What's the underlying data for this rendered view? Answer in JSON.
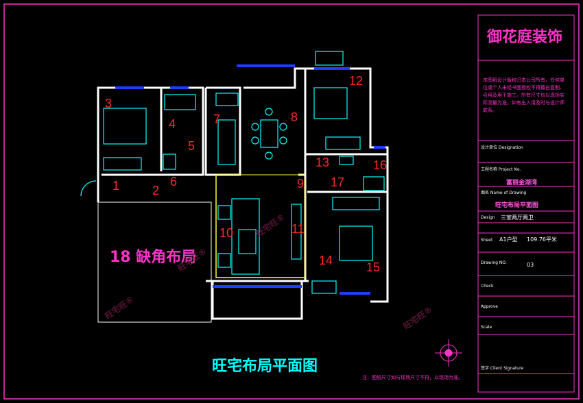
{
  "brand": "御花庭装饰",
  "note_text": "本图纸设计版权归本公司所有，任何单位或个人未经书面授权不得擅自复制、引用及用于施工。所有尺寸均以现场实际测量为准，如有出入请及时与设计师联系。",
  "title_block": {
    "design_unit_label": "设计单位 Designation",
    "project_label": "工程名称 Project No.",
    "project_value": "富丽金湖湾",
    "drawing_name_label": "图名 Name of Drawing",
    "drawing_name_value": "旺宅布局平面图",
    "design_label": "Design",
    "design_value": "三室两厅两卫",
    "sheet_label": "Sheet",
    "sheet_value": "A1户型",
    "area_value": "109.76平米",
    "drawing_no_label": "Drawing NO.",
    "drawing_no_value": "03",
    "check_label": "Check",
    "approve_label": "Approve",
    "scale_label": "Scale",
    "signature_label": "签字 Client Signature"
  },
  "plan_title": "旺宅布局平面图",
  "footnote": "注：图纸尺寸如与现场尺寸不符，以现场为准。",
  "missing_corner": "18 缺角布局",
  "watermark": "旺宅旺®",
  "rooms": [
    "1",
    "2",
    "3",
    "4",
    "5",
    "6",
    "7",
    "8",
    "9",
    "10",
    "11",
    "12",
    "13",
    "14",
    "15",
    "16",
    "17"
  ],
  "colors": {
    "frame": "#ff33cc",
    "wall": "#ffffff",
    "window": "#1f3dff",
    "furniture": "#00ffff",
    "living": "#ffff33",
    "label": "#ff2a2a"
  }
}
